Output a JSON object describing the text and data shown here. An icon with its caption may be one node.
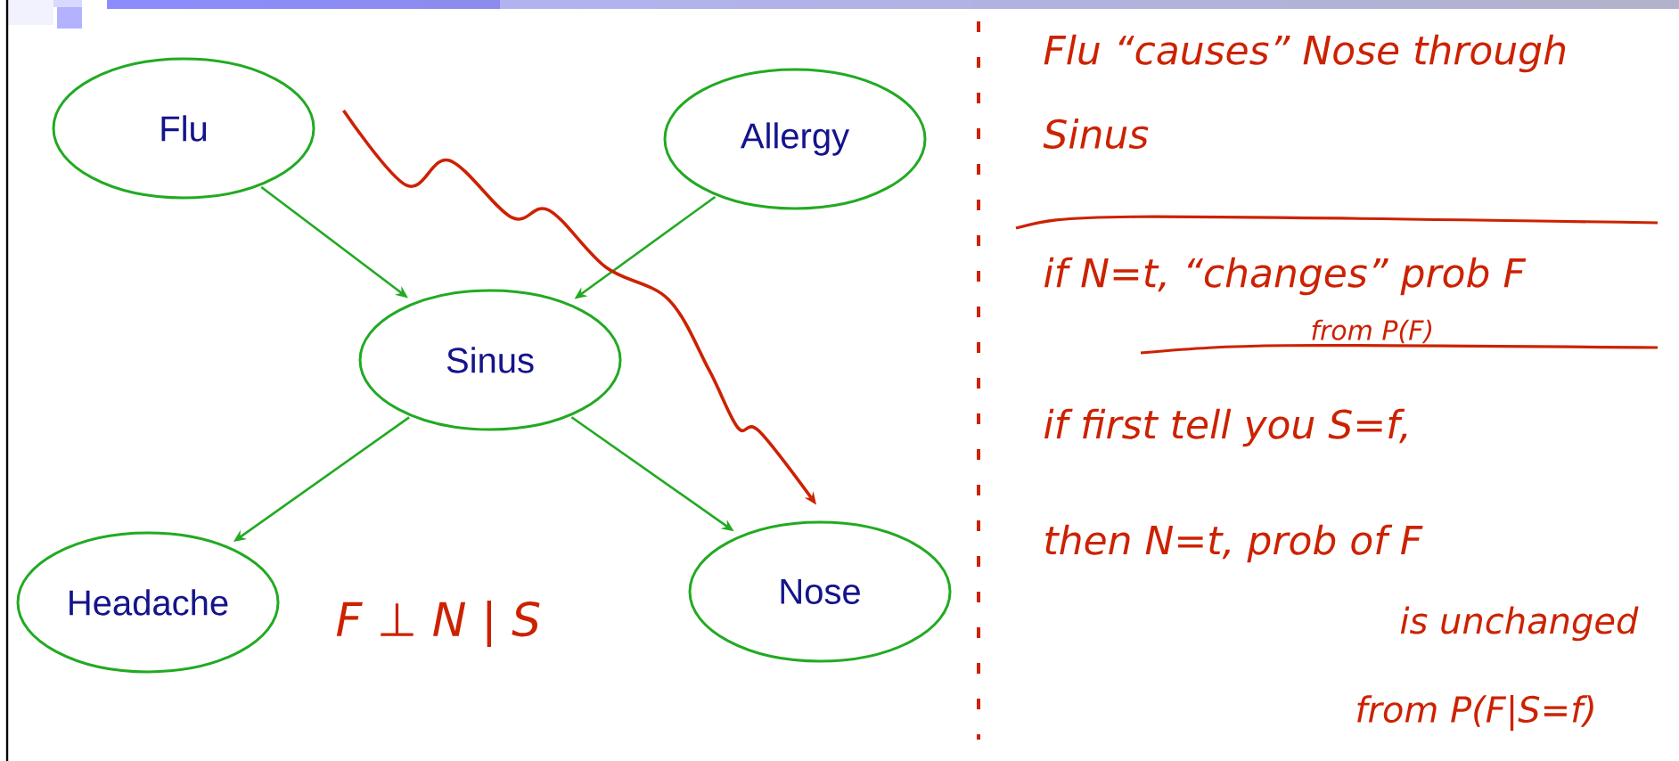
{
  "diagram": {
    "nodes": [
      {
        "text": [
          "Flu"
        ]
      },
      {
        "text": [
          "Allergy"
        ]
      },
      {
        "text": [
          "Sinus"
        ]
      },
      {
        "text": [
          "Headache"
        ]
      },
      {
        "text": [
          "Nose"
        ]
      }
    ],
    "edges": [
      {
        "from": 0,
        "to": 2,
        "arrow": "to"
      },
      {
        "from": 1,
        "to": 2,
        "arrow": "to"
      },
      {
        "from": 2,
        "to": 3,
        "arrow": "to"
      },
      {
        "from": 2,
        "to": 4,
        "arrow": "to"
      },
      {
        "from": 0,
        "to": 4,
        "arrow": "to",
        "color": "#cc2200"
      }
    ],
    "labels": [
      "Flu “causes” Nose through",
      "Sinus",
      "if N=t, “changes” prob F",
      "from P(F)",
      "if first tell you S=f,",
      "then N=t, prob of F",
      "is unchanged",
      "from P(F|S=f)",
      "F ⊥ N | S"
    ]
  }
}
